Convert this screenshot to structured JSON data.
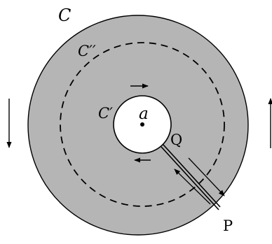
{
  "labels": {
    "outer_contour": "C",
    "inner_contour": "C′",
    "dashed_contour": "C′′",
    "center_point": "a",
    "cut_inner_end": "Q",
    "cut_outer_end": "P"
  },
  "colors": {
    "annulus_fill": "#b5b5b5",
    "hole_fill": "#ffffff",
    "stroke": "#000000"
  },
  "arrows": {
    "left_side": "down",
    "right_side": "up",
    "inner_top": "right",
    "inner_bottom": "left"
  }
}
